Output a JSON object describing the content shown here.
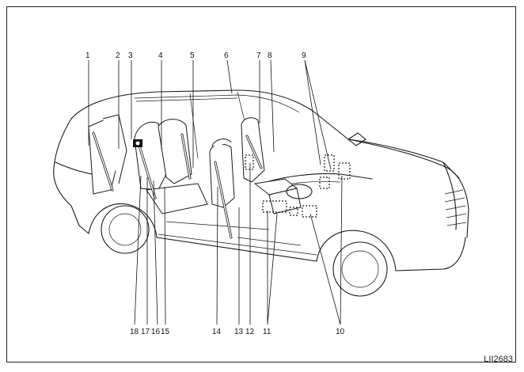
{
  "figure": {
    "code": "LII2683",
    "callouts": [
      {
        "id": "1",
        "label": "1"
      },
      {
        "id": "2",
        "label": "2"
      },
      {
        "id": "3",
        "label": "3"
      },
      {
        "id": "4",
        "label": "4"
      },
      {
        "id": "5",
        "label": "5"
      },
      {
        "id": "6",
        "label": "6"
      },
      {
        "id": "7",
        "label": "7"
      },
      {
        "id": "8",
        "label": "8"
      },
      {
        "id": "9",
        "label": "9"
      },
      {
        "id": "10",
        "label": "10"
      },
      {
        "id": "11",
        "label": "11"
      },
      {
        "id": "12",
        "label": "12"
      },
      {
        "id": "13",
        "label": "13"
      },
      {
        "id": "14",
        "label": "14"
      },
      {
        "id": "15",
        "label": "15"
      },
      {
        "id": "16",
        "label": "16"
      },
      {
        "id": "17",
        "label": "17"
      },
      {
        "id": "18",
        "label": "18"
      }
    ]
  }
}
